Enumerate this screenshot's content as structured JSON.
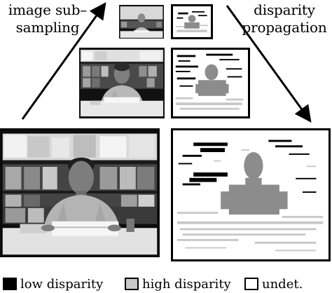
{
  "labels": {
    "subsampling_line1": "image sub–",
    "subsampling_line2": "sampling",
    "propagation_line1": "disparity",
    "propagation_line2": "propagation"
  },
  "legend": {
    "items": [
      {
        "label": "low disparity",
        "color": "#000000"
      },
      {
        "label": "high disparity",
        "color": "#c8c8c8"
      },
      {
        "label": "undet.",
        "color": "#ffffff"
      }
    ]
  },
  "colors": {
    "low_disparity": "#000000",
    "high_disparity": "#8c8c8c",
    "undetermined": "#ffffff"
  }
}
